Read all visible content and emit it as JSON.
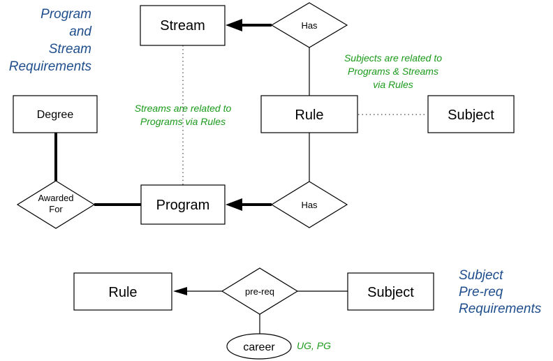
{
  "colors": {
    "note_blue": "#1f4e8c",
    "note_green": "#1a9a1a"
  },
  "top_section": {
    "title_lines": [
      "Program",
      "and",
      "Stream",
      "Requirements"
    ],
    "stream_label": "Stream",
    "has_top_label": "Has",
    "rule_label": "Rule",
    "subject_label": "Subject",
    "degree_label": "Degree",
    "awarded_for_lines": [
      "Awarded",
      "For"
    ],
    "program_label": "Program",
    "has_bottom_label": "Has",
    "note_subjects_lines": [
      "Subjects are related to",
      "Programs & Streams",
      "via Rules"
    ],
    "note_streams_lines": [
      "Streams are related to",
      "Programs via Rules"
    ]
  },
  "bottom_section": {
    "title_lines": [
      "Subject",
      "Pre-req",
      "Requirements"
    ],
    "rule_label": "Rule",
    "prereq_label": "pre-req",
    "subject_label": "Subject",
    "career_label": "career",
    "career_values": "UG, PG"
  }
}
